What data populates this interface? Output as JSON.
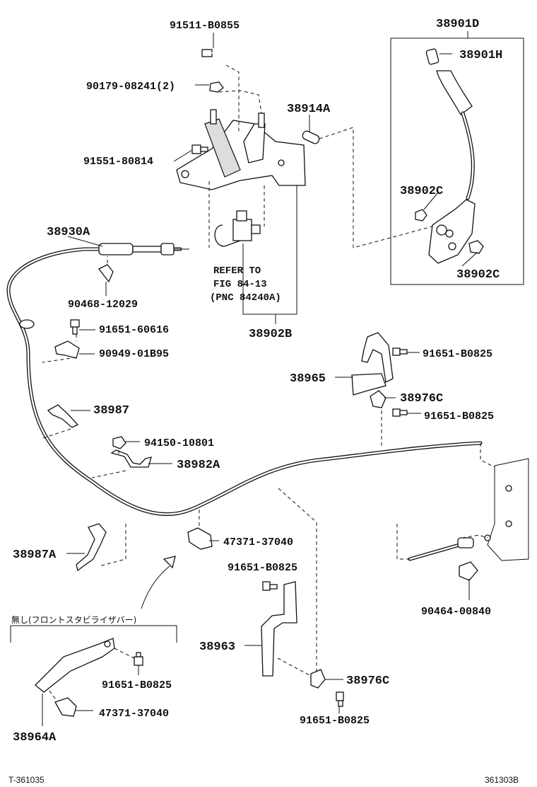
{
  "diagram": {
    "labels": [
      {
        "id": "p_91511_B0855",
        "text": "91511-B0855"
      },
      {
        "id": "p_90179_08241",
        "text": "90179-08241(2)"
      },
      {
        "id": "p_38914A",
        "text": "38914A"
      },
      {
        "id": "p_91551_80814",
        "text": "91551-80814"
      },
      {
        "id": "p_38901D",
        "text": "38901D"
      },
      {
        "id": "p_38901H",
        "text": "38901H"
      },
      {
        "id": "p_38902C_a",
        "text": "38902C"
      },
      {
        "id": "p_38902C_b",
        "text": "38902C"
      },
      {
        "id": "p_38930A",
        "text": "38930A"
      },
      {
        "id": "p_90468_12029",
        "text": "90468-12029"
      },
      {
        "id": "p_91651_60616",
        "text": "91651-60616"
      },
      {
        "id": "p_90949_01B95",
        "text": "90949-01B95"
      },
      {
        "id": "p_38902B",
        "text": "38902B"
      },
      {
        "id": "p_38965",
        "text": "38965"
      },
      {
        "id": "p_91651_B0825_a",
        "text": "91651-B0825"
      },
      {
        "id": "p_38976C_a",
        "text": "38976C"
      },
      {
        "id": "p_91651_B0825_b",
        "text": "91651-B0825"
      },
      {
        "id": "p_38987",
        "text": "38987"
      },
      {
        "id": "p_94150_10801",
        "text": "94150-10801"
      },
      {
        "id": "p_38982A",
        "text": "38982A"
      },
      {
        "id": "p_38987A",
        "text": "38987A"
      },
      {
        "id": "p_47371_37040_a",
        "text": "47371-37040"
      },
      {
        "id": "p_91651_B0825_c",
        "text": "91651-B0825"
      },
      {
        "id": "p_90464_00840",
        "text": "90464-00840"
      },
      {
        "id": "p_38963",
        "text": "38963"
      },
      {
        "id": "p_91651_B0825_d",
        "text": "91651-B0825"
      },
      {
        "id": "p_38976C_b",
        "text": "38976C"
      },
      {
        "id": "p_38964A",
        "text": "38964A"
      },
      {
        "id": "p_47371_37040_b",
        "text": "47371-37040"
      },
      {
        "id": "p_91651_B0825_e",
        "text": "91651-B0825"
      }
    ],
    "refer_note": [
      "REFER TO",
      "FIG 84-13",
      "(PNC 84240A)"
    ],
    "variant_note": "無し(フロントスタビライザバー)",
    "footer_left": "T-361035",
    "footer_right": "361303B"
  }
}
